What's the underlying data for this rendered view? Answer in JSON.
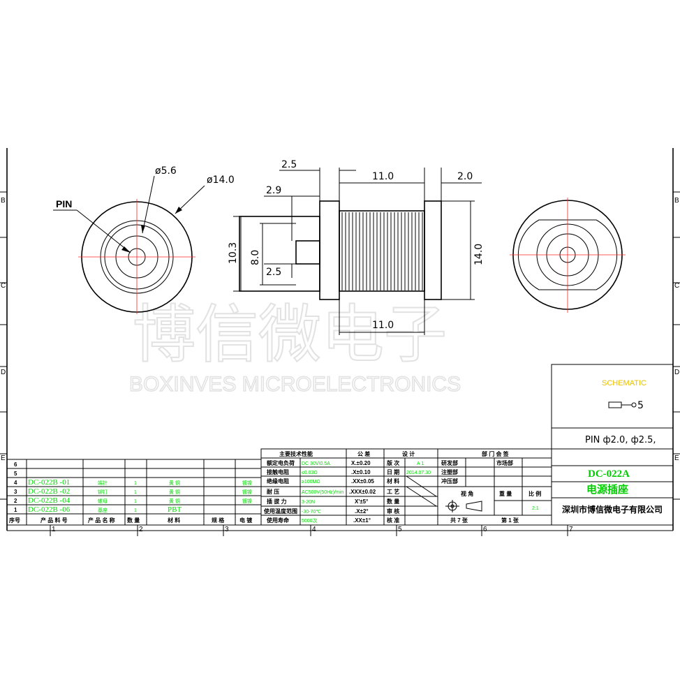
{
  "watermark": {
    "chinese": "博信微电子",
    "english": "BOXINVES MICROELECTRONICS"
  },
  "front_view": {
    "pin_label": "PIN",
    "dim_inner": "ø5.6",
    "dim_outer": "ø14.0"
  },
  "side_view": {
    "dim_top_a": "2.5",
    "dim_top_b": "2.9",
    "dim_length_top": "11.0",
    "dim_flange": "2.0",
    "dim_height_a": "10.3",
    "dim_height_b": "8.0",
    "dim_pin": "2.5",
    "dim_height_right": "14.0",
    "dim_length_bottom": "11.0"
  },
  "grid": {
    "rows": [
      "B",
      "C",
      "D",
      "E"
    ],
    "cols": [
      "1",
      "2",
      "3",
      "4",
      "5",
      "6",
      "7"
    ]
  },
  "schematic": {
    "title": "SCHEMATIC",
    "pin_num": "5"
  },
  "pin_spec": "PIN ф2.0, ф2.5,",
  "parts_table": {
    "rows": [
      {
        "seq": "6",
        "part": "",
        "name": "",
        "qty": "",
        "mat": "",
        "spec": "",
        "plating": ""
      },
      {
        "seq": "5",
        "part": "",
        "name": "",
        "qty": "",
        "mat": "",
        "spec": "",
        "plating": ""
      },
      {
        "seq": "4",
        "part": "DC-022B -01",
        "name": "端针",
        "qty": "1",
        "mat": "黄 铜",
        "spec": "",
        "plating": "镀镍"
      },
      {
        "seq": "3",
        "part": "DC-022B -02",
        "name": "铆钉",
        "qty": "1",
        "mat": "黄 铜",
        "spec": "",
        "plating": "镀镍"
      },
      {
        "seq": "2",
        "part": "DC-022B -04",
        "name": "螺母",
        "qty": "1",
        "mat": "黄 铜",
        "spec": "",
        "plating": "镀镍"
      },
      {
        "seq": "1",
        "part": "DC-022B -06",
        "name": "基座",
        "qty": "1",
        "mat": "PBT",
        "spec": "",
        "plating": ""
      }
    ],
    "header": {
      "seq": "序号",
      "part": "产 品 料 号",
      "name": "产 品 名 称",
      "qty": "数 量",
      "mat": "材 料",
      "spec": "规 格",
      "plating": "电 镀"
    }
  },
  "tech_table": {
    "title": "主要技术性能",
    "rows": [
      {
        "k": "额定电负荷",
        "v": "DC 30V\\0.5A"
      },
      {
        "k": "接触电阻",
        "v": "≤0.03Ω"
      },
      {
        "k": "绝缘电阻",
        "v": "≥100MΩ"
      },
      {
        "k": "耐 压",
        "v": "AC500V(50Hz)/min"
      },
      {
        "k": "插 拔 力",
        "v": "3-20N"
      },
      {
        "k": "使用温度范围",
        "v": "-30-70℃"
      },
      {
        "k": "使用寿命",
        "v": "5000次"
      }
    ]
  },
  "tolerance_table": {
    "title": "公 差",
    "rows": [
      "X.±0.20",
      ".X±0.10",
      ".XX±0.05",
      ".XXX±0.02",
      "X'±5°",
      ".X±2°",
      ".XX±1°"
    ]
  },
  "design_table": {
    "title": "设 计",
    "labels": [
      "版 次",
      "日 期",
      "材 料",
      "工 艺",
      "数 量",
      "审 核",
      "核 准"
    ],
    "values": [
      "A 1",
      "2014.07.30",
      "",
      "",
      "",
      "",
      ""
    ]
  },
  "dept_table": {
    "title": "部 门 会 签",
    "left": [
      "研发部",
      "注塑部",
      "冲压部"
    ],
    "right": [
      "市场部",
      "",
      ""
    ]
  },
  "view_row": {
    "view": "视 角",
    "weight": "重 量",
    "scale": "比 例",
    "scale_value": "2:1",
    "total": "共 7 张",
    "sheet": "第 1 张"
  },
  "title_block": {
    "model": "DC-022A",
    "product": "电源插座",
    "company": "深圳市博信微电子有限公司"
  }
}
